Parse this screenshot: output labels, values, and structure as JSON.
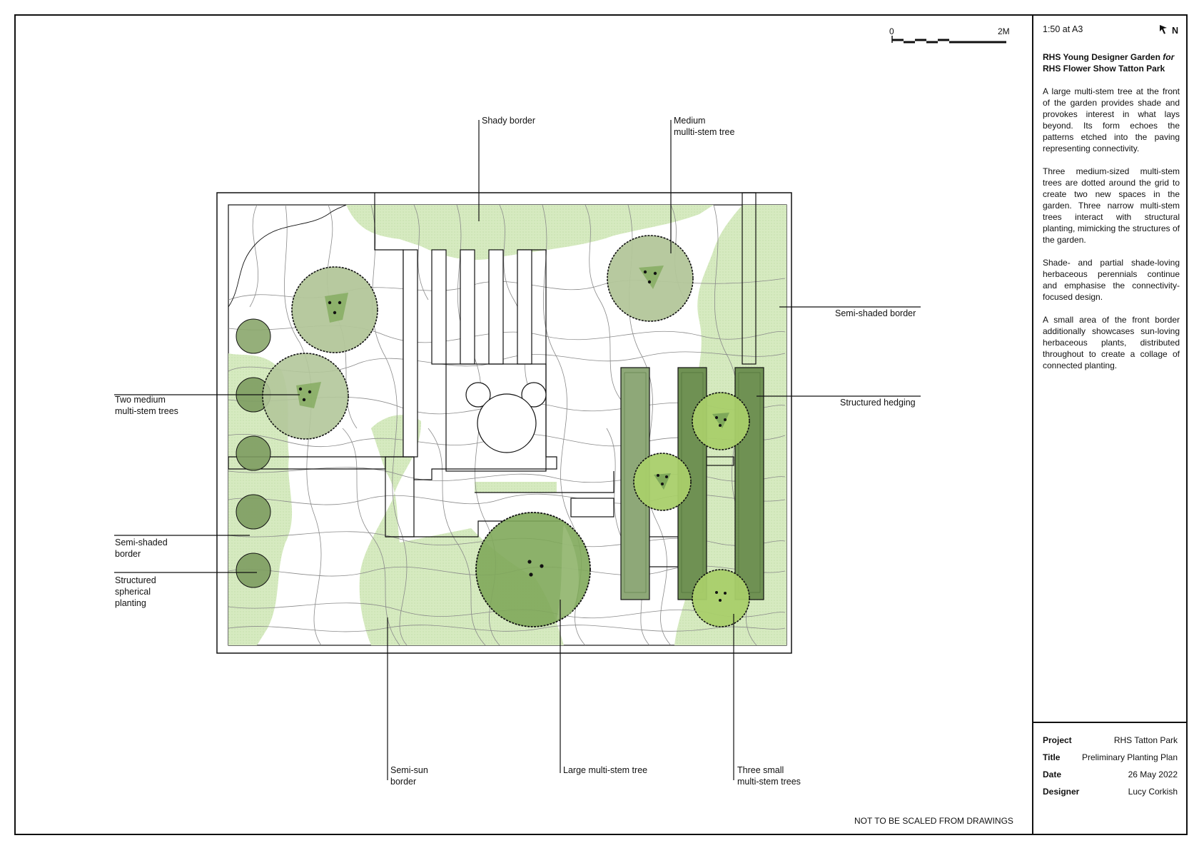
{
  "scale_bar": {
    "start_label": "0",
    "end_label": "2M"
  },
  "callouts": {
    "shady_border": "Shady border",
    "medium_tree": "Medium\nmullti-stem tree",
    "semi_shaded_border_right": "Semi-shaded border",
    "structured_hedging": "Structured hedging",
    "two_medium_trees": "Two medium\nmulti-stem trees",
    "semi_shaded_border_left": "Semi-shaded\nborder",
    "structured_spherical": "Structured\nspherical\nplanting",
    "semi_sun_border": "Semi-sun\nborder",
    "large_tree": "Large multi-stem tree",
    "three_small_trees": "Three small\nmulti-stem trees"
  },
  "panel": {
    "scale_text": "1:50 at A3",
    "north_label": "N",
    "north_icon": "north-arrow-icon",
    "title_part1": "RHS Young Designer Garden ",
    "title_for": "for",
    "title_part2": "RHS Flower Show Tatton Park",
    "paragraphs": [
      "A large multi-stem tree at the front of the garden provides shade and provokes interest in what lays beyond. Its form echoes the patterns etched into the paving representing connectivity.",
      "Three medium-sized multi-stem trees are dotted around the grid to create two new spaces in the garden. Three narrow multi-stem trees interact with structural planting, mimicking the structures of the garden.",
      "Shade- and partial shade-loving herbaceous perennials continue and emphasise the connectivity-focused design.",
      "A small area of the front border additionally showcases sun-loving herbaceous plants, distributed throughout to create a collage of connected planting."
    ],
    "meta": {
      "project_key": "Project",
      "project_val": "RHS Tatton Park",
      "title_key": "Title",
      "title_val": "Preliminary Planting Plan",
      "date_key": "Date",
      "date_val": "26 May 2022",
      "designer_key": "Designer",
      "designer_val": "Lucy Corkish"
    }
  },
  "disclaimer": "NOT TO BE SCALED FROM DRAWINGS",
  "colors": {
    "border_green": "#d3e8bd",
    "tree_medium": "#b3c69a",
    "tree_large": "#7fa85a",
    "tree_small": "#a9cf6a",
    "hedge": "#6f9153",
    "sphere": "#7d9c60"
  }
}
